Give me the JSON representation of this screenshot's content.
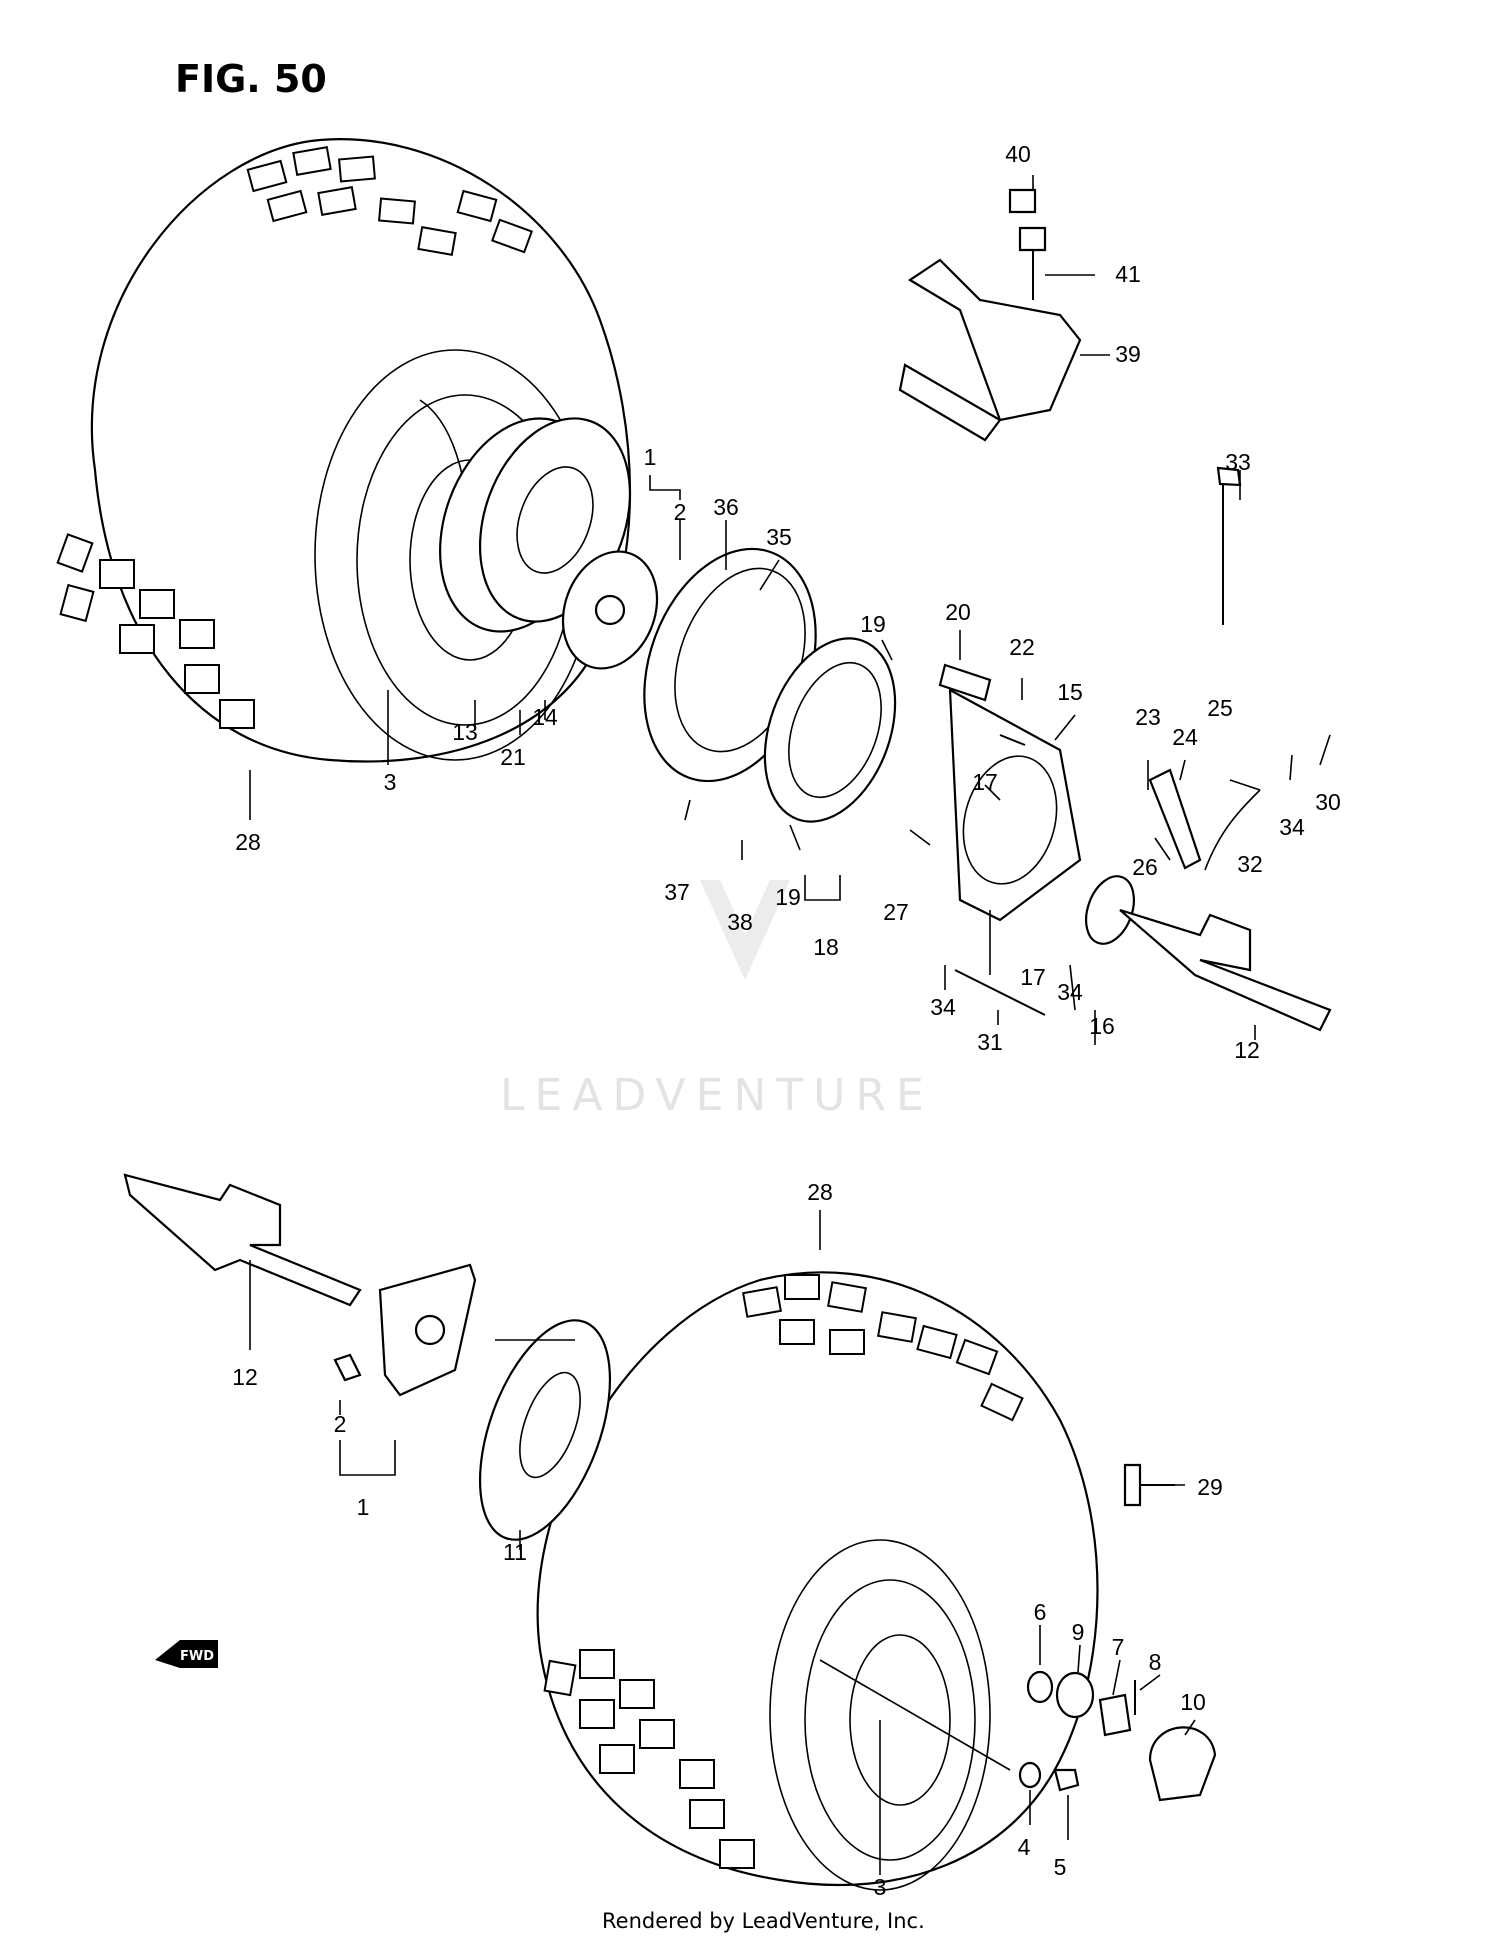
{
  "figure": {
    "title": "FIG. 50",
    "watermark": "LEADVENTURE",
    "footer": "Rendered by LeadVenture, Inc.",
    "fwd_label": "FWD"
  },
  "callouts": [
    {
      "id": "1",
      "label": "1"
    },
    {
      "id": "2",
      "label": "2"
    },
    {
      "id": "36",
      "label": "36"
    },
    {
      "id": "35",
      "label": "35"
    },
    {
      "id": "19a",
      "label": "19"
    },
    {
      "id": "20",
      "label": "20"
    },
    {
      "id": "22",
      "label": "22"
    },
    {
      "id": "15",
      "label": "15"
    },
    {
      "id": "23",
      "label": "23"
    },
    {
      "id": "25",
      "label": "25"
    },
    {
      "id": "24",
      "label": "24"
    },
    {
      "id": "30",
      "label": "30"
    },
    {
      "id": "34a",
      "label": "34"
    },
    {
      "id": "32",
      "label": "32"
    },
    {
      "id": "26",
      "label": "26"
    },
    {
      "id": "17a",
      "label": "17"
    },
    {
      "id": "17b",
      "label": "17"
    },
    {
      "id": "27",
      "label": "27"
    },
    {
      "id": "37",
      "label": "37"
    },
    {
      "id": "38",
      "label": "38"
    },
    {
      "id": "19b",
      "label": "19"
    },
    {
      "id": "18",
      "label": "18"
    },
    {
      "id": "34b",
      "label": "34"
    },
    {
      "id": "31",
      "label": "31"
    },
    {
      "id": "34c",
      "label": "34"
    },
    {
      "id": "16",
      "label": "16"
    },
    {
      "id": "12a",
      "label": "12"
    },
    {
      "id": "13",
      "label": "13"
    },
    {
      "id": "14",
      "label": "14"
    },
    {
      "id": "21",
      "label": "21"
    },
    {
      "id": "3a",
      "label": "3"
    },
    {
      "id": "28a",
      "label": "28"
    },
    {
      "id": "40",
      "label": "40"
    },
    {
      "id": "41",
      "label": "41"
    },
    {
      "id": "39",
      "label": "39"
    },
    {
      "id": "33",
      "label": "33"
    },
    {
      "id": "28b",
      "label": "28"
    },
    {
      "id": "12b",
      "label": "12"
    },
    {
      "id": "2b",
      "label": "2"
    },
    {
      "id": "1b",
      "label": "1"
    },
    {
      "id": "11",
      "label": "11"
    },
    {
      "id": "29",
      "label": "29"
    },
    {
      "id": "6",
      "label": "6"
    },
    {
      "id": "9",
      "label": "9"
    },
    {
      "id": "7",
      "label": "7"
    },
    {
      "id": "8",
      "label": "8"
    },
    {
      "id": "10",
      "label": "10"
    },
    {
      "id": "4",
      "label": "4"
    },
    {
      "id": "5",
      "label": "5"
    },
    {
      "id": "3b",
      "label": "3"
    }
  ]
}
